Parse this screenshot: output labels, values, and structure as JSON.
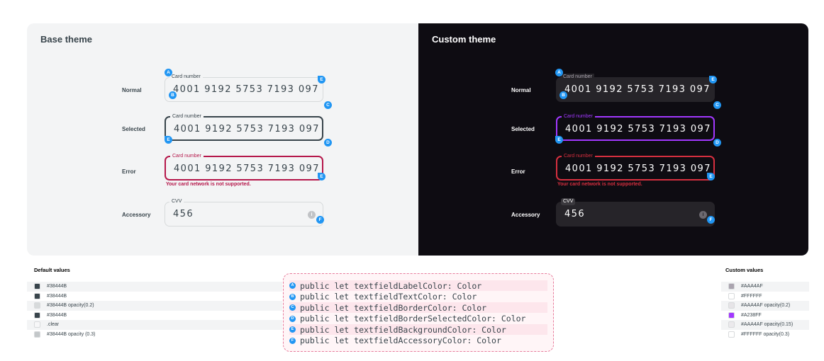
{
  "base": {
    "title": "Base theme",
    "rows": {
      "normal": "Normal",
      "selected": "Selected",
      "error": "Error",
      "accessory": "Accessory"
    },
    "card_label": "Card number",
    "card_value": "4001 9192 5753 7193 097",
    "error_text": "Your card network is not supported.",
    "cvv_label": "CVV",
    "cvv_value": "456",
    "accessory_glyph": "i"
  },
  "custom": {
    "title": "Custom theme",
    "rows": {
      "normal": "Normal",
      "selected": "Selected",
      "error": "Error",
      "accessory": "Accessory"
    },
    "card_label": "Card number",
    "card_value": "4001 9192 5753 7193 097",
    "error_text": "Your card network is not supported.",
    "cvv_label": "CVV",
    "cvv_value": "456",
    "accessory_glyph": "i"
  },
  "markers": {
    "a": "A",
    "b": "B",
    "c": "C",
    "d": "D",
    "e": "E",
    "f": "F"
  },
  "default_values": {
    "title": "Default values",
    "items": [
      {
        "label": "#38444B",
        "color": "#38444B"
      },
      {
        "label": "#38444B",
        "color": "#38444B"
      },
      {
        "label": "#38444B opacity(0.2)",
        "color": "#d7dadb"
      },
      {
        "label": "#38444B",
        "color": "#38444B"
      },
      {
        "label": ".clear",
        "color": "#f7f7f8"
      },
      {
        "label": "#38444B opacity (0.3)",
        "color": "#c3c7c9"
      }
    ]
  },
  "custom_values": {
    "title": "Custom values",
    "items": [
      {
        "label": "#AAA4AF",
        "color": "#AAA4AF"
      },
      {
        "label": "#FFFFFF",
        "color": "#FFFFFF"
      },
      {
        "label": "#AAA4AF opacity(0.2)",
        "color": "#e6e4e7"
      },
      {
        "label": "#A238FF",
        "color": "#A238FF"
      },
      {
        "label": "#AAA4AF opacity(0.15)",
        "color": "#ebe9ec"
      },
      {
        "label": "#FFFFFF opacity(0.3)",
        "color": "#FFFFFF"
      }
    ]
  },
  "code": {
    "lines": [
      {
        "marker": "A",
        "text": "public let textfieldLabelColor: Color"
      },
      {
        "marker": "B",
        "text": "public let textfieldTextColor: Color"
      },
      {
        "marker": "C",
        "text": "public let textfieldBorderColor: Color"
      },
      {
        "marker": "D",
        "text": "public let textfieldBorderSelectedColor: Color"
      },
      {
        "marker": "E",
        "text": "public let textfieldBackgroundColor: Color"
      },
      {
        "marker": "F",
        "text": "public let textfieldAccessoryColor: Color"
      }
    ]
  },
  "colors": {
    "accent_blue": "#2196F3",
    "error_base": "#B5174A",
    "error_custom": "#D62F3F",
    "selected_custom": "#A238FF"
  }
}
